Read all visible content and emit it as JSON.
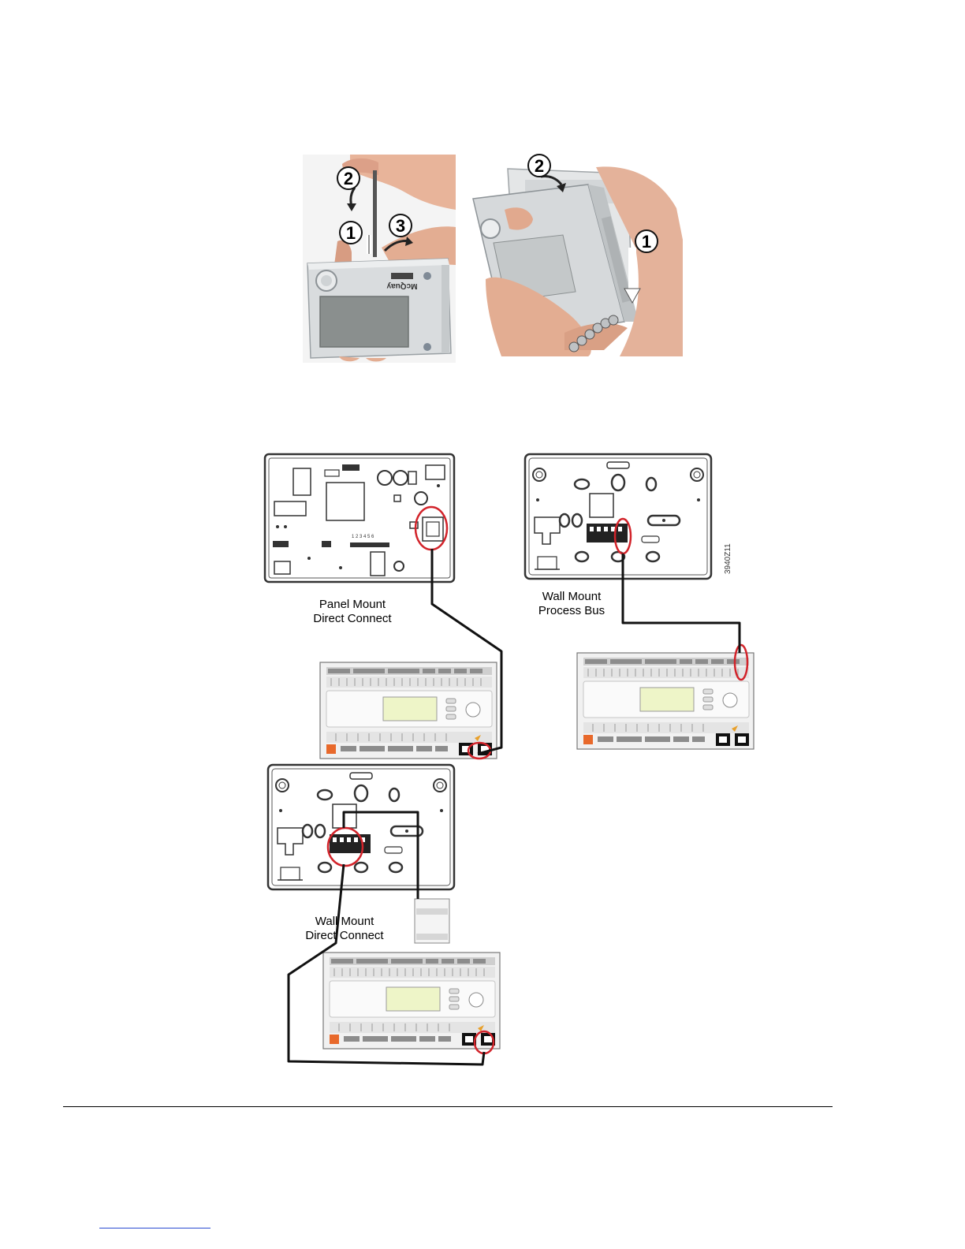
{
  "photos": {
    "left": {
      "steps": [
        "1",
        "2",
        "3"
      ],
      "brand": "McQuay"
    },
    "right": {
      "steps": [
        "1",
        "2"
      ]
    }
  },
  "diagram": {
    "panel_mount": {
      "line1": "Panel Mount",
      "line2": "Direct Connect"
    },
    "wall_mount_process_bus": {
      "line1": "Wall Mount",
      "line2": "Process Bus"
    },
    "wall_mount_direct": {
      "line1": "Wall Mount",
      "line2": "Direct Connect"
    },
    "figure_code": "3940Z11"
  },
  "colors": {
    "highlight": "#d2232a",
    "wire": "#111111",
    "board_outline": "#333333",
    "lcd": "#eef5c8",
    "terminal_orange": "#e8692b",
    "link": "#2a4bd0"
  }
}
